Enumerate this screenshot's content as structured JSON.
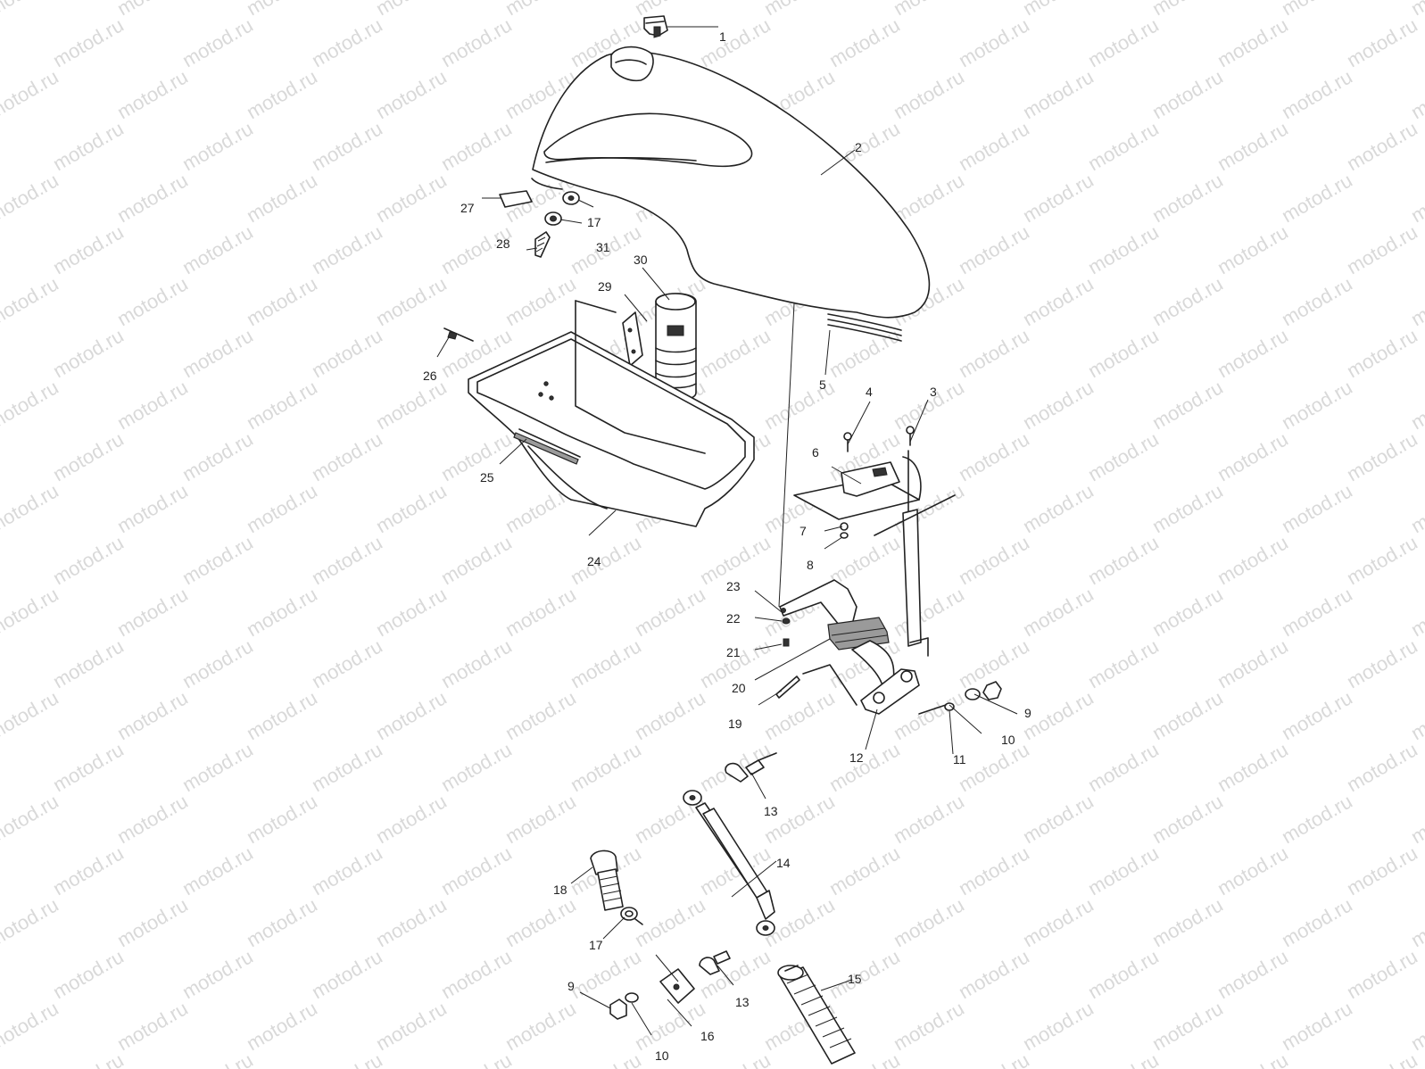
{
  "watermark": "motod.ru",
  "callouts": [
    {
      "id": "c1",
      "label": "1"
    },
    {
      "id": "c2",
      "label": "2"
    },
    {
      "id": "c3",
      "label": "3"
    },
    {
      "id": "c4",
      "label": "4"
    },
    {
      "id": "c5",
      "label": "5"
    },
    {
      "id": "c6",
      "label": "6"
    },
    {
      "id": "c7",
      "label": "7"
    },
    {
      "id": "c8",
      "label": "8"
    },
    {
      "id": "c9a",
      "label": "9"
    },
    {
      "id": "c10a",
      "label": "10"
    },
    {
      "id": "c11",
      "label": "11"
    },
    {
      "id": "c12",
      "label": "12"
    },
    {
      "id": "c13a",
      "label": "13"
    },
    {
      "id": "c14",
      "label": "14"
    },
    {
      "id": "c15",
      "label": "15"
    },
    {
      "id": "c16",
      "label": "16"
    },
    {
      "id": "c17a",
      "label": "17"
    },
    {
      "id": "c17b",
      "label": "17"
    },
    {
      "id": "c18",
      "label": "18"
    },
    {
      "id": "c19",
      "label": "19"
    },
    {
      "id": "c20",
      "label": "20"
    },
    {
      "id": "c21",
      "label": "21"
    },
    {
      "id": "c22",
      "label": "22"
    },
    {
      "id": "c23",
      "label": "23"
    },
    {
      "id": "c24",
      "label": "24"
    },
    {
      "id": "c25",
      "label": "25"
    },
    {
      "id": "c26",
      "label": "26"
    },
    {
      "id": "c27",
      "label": "27"
    },
    {
      "id": "c28",
      "label": "28"
    },
    {
      "id": "c29",
      "label": "29"
    },
    {
      "id": "c30",
      "label": "30"
    },
    {
      "id": "c31",
      "label": "31"
    },
    {
      "id": "c9b",
      "label": "9"
    },
    {
      "id": "c10b",
      "label": "10"
    },
    {
      "id": "c13b",
      "label": "13"
    }
  ]
}
